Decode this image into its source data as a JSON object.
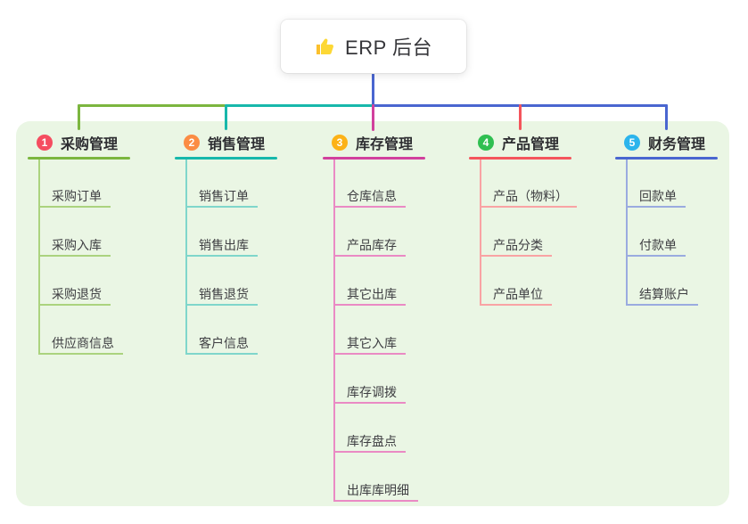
{
  "root": {
    "label": "ERP 后台",
    "icon": "thumbs-up-icon"
  },
  "colors": {
    "panel_background": "#eaf6e4",
    "root_connector": "#4a66d0",
    "card_background": "#ffffff"
  },
  "branches": [
    {
      "index": "1",
      "title": "采购管理",
      "badge_color": "#f54d60",
      "line_color": "#7cb63f",
      "light_color": "#abd37e",
      "children": [
        "采购订单",
        "采购入库",
        "采购退货",
        "供应商信息"
      ]
    },
    {
      "index": "2",
      "title": "销售管理",
      "badge_color": "#fb8c44",
      "line_color": "#17b8ab",
      "light_color": "#7fd6cb",
      "children": [
        "销售订单",
        "销售出库",
        "销售退货",
        "客户信息"
      ]
    },
    {
      "index": "3",
      "title": "库存管理",
      "badge_color": "#fcb217",
      "line_color": "#d1409d",
      "light_color": "#ea8ac4",
      "children": [
        "仓库信息",
        "产品库存",
        "其它出库",
        "其它入库",
        "库存调拨",
        "库存盘点",
        "出库库明细"
      ]
    },
    {
      "index": "4",
      "title": "产品管理",
      "badge_color": "#2fbf51",
      "line_color": "#f4555c",
      "light_color": "#f9a3a4",
      "children": [
        "产品（物料）",
        "产品分类",
        "产品单位"
      ]
    },
    {
      "index": "5",
      "title": "财务管理",
      "badge_color": "#2bb4ec",
      "line_color": "#4a66d0",
      "light_color": "#9aabdf",
      "children": [
        "回款单",
        "付款单",
        "结算账户"
      ]
    }
  ]
}
